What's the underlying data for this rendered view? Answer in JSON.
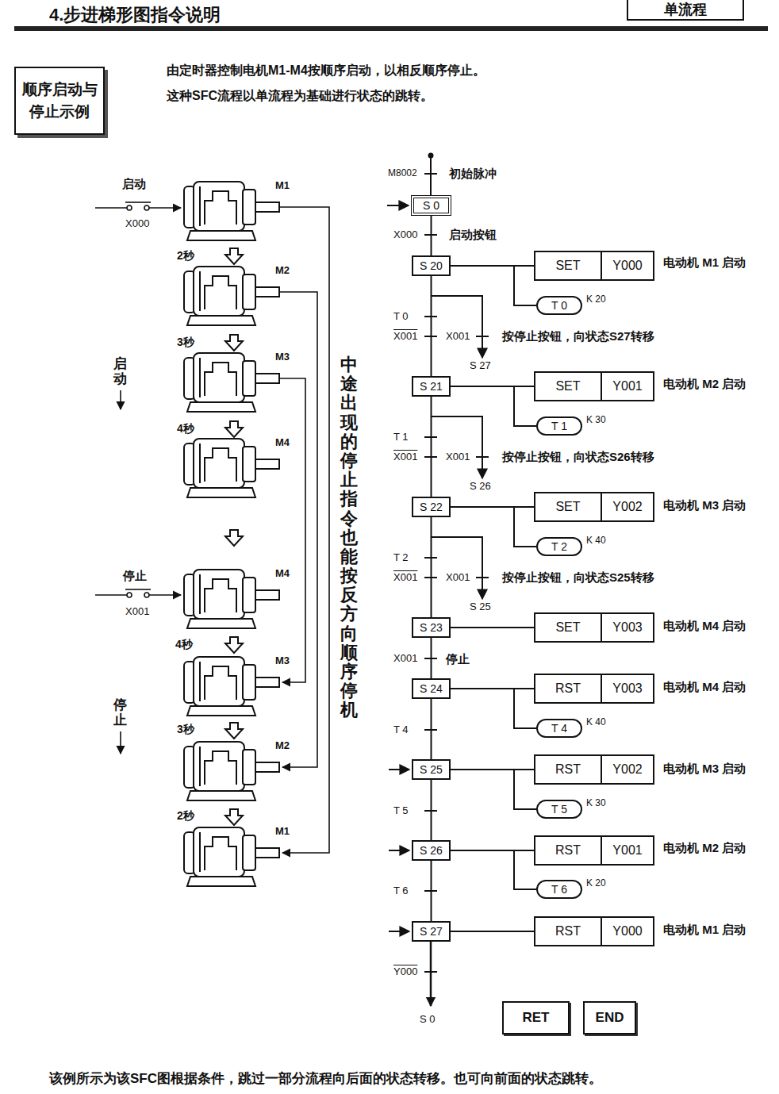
{
  "diagram": {
    "title": "4.步进梯形图指令说明",
    "caption": "该例所示为该SFC图根据条件，跳过一部分流程向后面的状态转移。也可向前面的状态跳转。",
    "nodes": [
      {
        "text": [
          "单流程"
        ]
      },
      {
        "text": [
          "顺序启动与 停止示例"
        ]
      },
      {
        "text": [
          "S 0"
        ]
      },
      {
        "text": [
          "S 20"
        ]
      },
      {
        "text": [
          "SET",
          "Y000"
        ]
      },
      {
        "text": [
          "T 0"
        ]
      },
      {
        "text": [
          "S 21"
        ]
      },
      {
        "text": [
          "SET",
          "Y001"
        ]
      },
      {
        "text": [
          "T 1"
        ]
      },
      {
        "text": [
          "S 22"
        ]
      },
      {
        "text": [
          "SET",
          "Y002"
        ]
      },
      {
        "text": [
          "T 2"
        ]
      },
      {
        "text": [
          "S 23"
        ]
      },
      {
        "text": [
          "SET",
          "Y003"
        ]
      },
      {
        "text": [
          "S 24"
        ]
      },
      {
        "text": [
          "RST",
          "Y003"
        ]
      },
      {
        "text": [
          "T 4"
        ]
      },
      {
        "text": [
          "S 25"
        ]
      },
      {
        "text": [
          "RST",
          "Y002"
        ]
      },
      {
        "text": [
          "T 5"
        ]
      },
      {
        "text": [
          "S 26"
        ]
      },
      {
        "text": [
          "RST",
          "Y001"
        ]
      },
      {
        "text": [
          "T 6"
        ]
      },
      {
        "text": [
          "S 27"
        ]
      },
      {
        "text": [
          "RST",
          "Y000"
        ]
      },
      {
        "text": [
          "RET"
        ]
      },
      {
        "text": [
          "END"
        ]
      }
    ],
    "edges": [
      {
        "from": 2,
        "to": 3,
        "arrow": "none"
      },
      {
        "from": 3,
        "to": 6,
        "arrow": "none"
      },
      {
        "from": 6,
        "to": 9,
        "arrow": "none"
      },
      {
        "from": 9,
        "to": 12,
        "arrow": "none"
      },
      {
        "from": 12,
        "to": 14,
        "arrow": "none"
      },
      {
        "from": 14,
        "to": 17,
        "arrow": "none"
      },
      {
        "from": 17,
        "to": 20,
        "arrow": "none"
      },
      {
        "from": 20,
        "to": 23,
        "arrow": "none"
      },
      {
        "from": 3,
        "to": 4,
        "arrow": "none"
      },
      {
        "from": 6,
        "to": 7,
        "arrow": "none"
      },
      {
        "from": 9,
        "to": 10,
        "arrow": "none"
      },
      {
        "from": 12,
        "to": 13,
        "arrow": "none"
      },
      {
        "from": 14,
        "to": 15,
        "arrow": "none"
      },
      {
        "from": 17,
        "to": 18,
        "arrow": "none"
      },
      {
        "from": 20,
        "to": 21,
        "arrow": "none"
      },
      {
        "from": 23,
        "to": 24,
        "arrow": "none"
      },
      {
        "from": 3,
        "to": 5,
        "arrow": "none"
      },
      {
        "from": 6,
        "to": 8,
        "arrow": "none"
      },
      {
        "from": 9,
        "to": 11,
        "arrow": "none"
      },
      {
        "from": 14,
        "to": 16,
        "arrow": "none"
      },
      {
        "from": 17,
        "to": 19,
        "arrow": "none"
      },
      {
        "from": 20,
        "to": 22,
        "arrow": "none"
      }
    ],
    "labels": [
      "由定时器控制电机M1-M4按顺序启动，以相反顺序停止。",
      "这种SFC流程以单流程为基础进行状态的跳转。",
      "启动",
      "X000",
      "M1",
      "2秒",
      "M2",
      "3秒",
      "M3",
      "启动",
      "4秒",
      "M4",
      "停止",
      "X001",
      "M4",
      "4秒",
      "M3",
      "停止",
      "3秒",
      "M2",
      "2秒",
      "M1",
      "中途出现的停止指令也能按反方向顺序停机",
      "M8002",
      "初始脉冲",
      "X000",
      "启动按钮",
      "电动机 M1 启动",
      "K 20",
      "T 0",
      "X001",
      "X001",
      "按停止按钮，向状态S27转移",
      "S 27",
      "电动机 M2 启动",
      "K 30",
      "T 1",
      "X001",
      "X001",
      "按停止按钮，向状态S26转移",
      "S 26",
      "电动机 M3 启动",
      "K 40",
      "T 2",
      "X001",
      "X001",
      "按停止按钮，向状态S25转移",
      "S 25",
      "电动机 M4 启动",
      "X001",
      "停止",
      "电动机 M4 启动",
      "K 40",
      "T 4",
      "电动机 M3 启动",
      "K 30",
      "T 5",
      "电动机 M2 启动",
      "K 20",
      "T 6",
      "电动机 M1 启动",
      "Y000",
      "S 0"
    ]
  }
}
